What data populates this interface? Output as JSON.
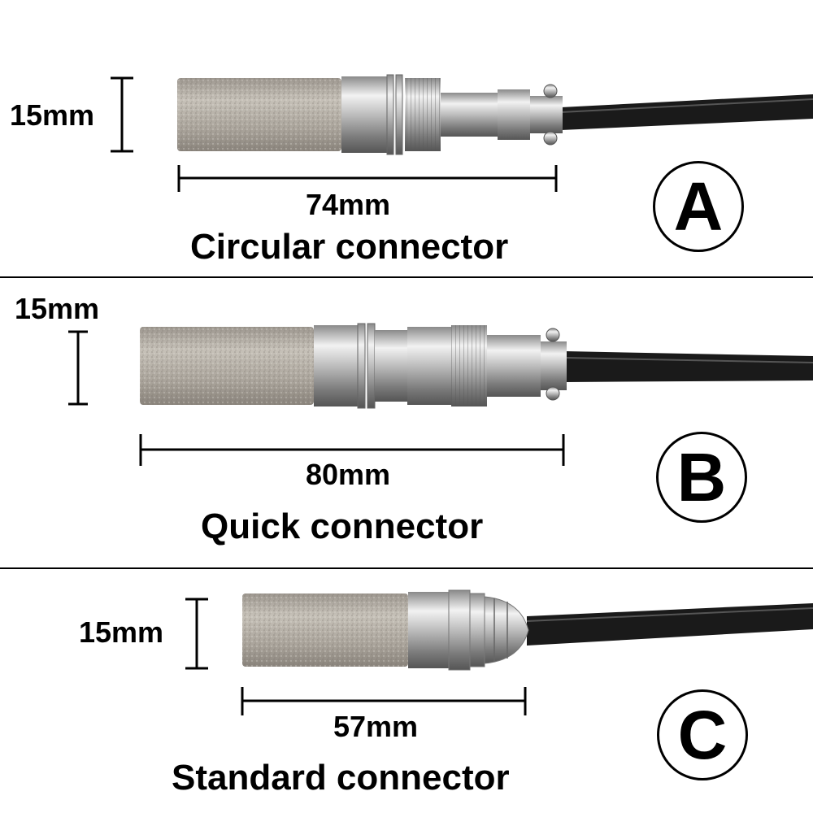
{
  "panels": [
    {
      "letter": "A",
      "diameter": "15mm",
      "length": "74mm",
      "name": "Circular connector"
    },
    {
      "letter": "B",
      "diameter": "15mm",
      "length": "80mm",
      "name": "Quick connector"
    },
    {
      "letter": "C",
      "diameter": "15mm",
      "length": "57mm",
      "name": "Standard connector"
    }
  ],
  "colors": {
    "background": "#ffffff",
    "line": "#000000",
    "cable": "#1a1a1a",
    "sintered_filter": "#b3aea6",
    "metal": "#c9c9c9"
  }
}
